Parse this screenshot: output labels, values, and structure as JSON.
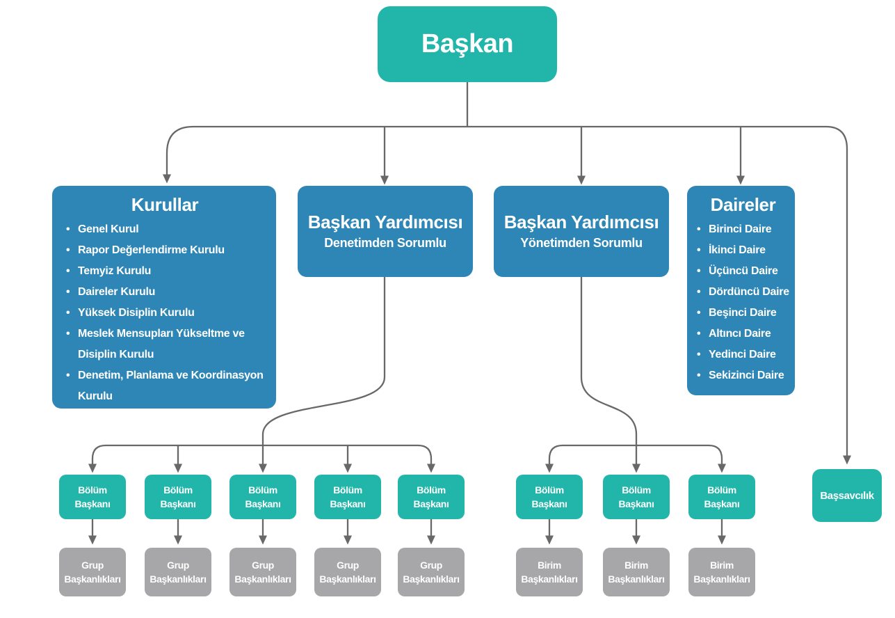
{
  "palette": {
    "teal": "#22b5aa",
    "blue": "#2d86b6",
    "gray": "#a7a6a8",
    "line": "#68686b"
  },
  "root": {
    "label": "Başkan"
  },
  "boards": {
    "title": "Kurullar",
    "items": [
      "Genel Kurul",
      "Rapor Değerlendirme Kurulu",
      "Temyiz Kurulu",
      "Daireler Kurulu",
      "Yüksek Disiplin Kurulu",
      "Meslek Mensupları Yükseltme ve Disiplin Kurulu",
      "Denetim, Planlama ve Koordinasyon Kurulu"
    ]
  },
  "vp_audit": {
    "title": "Başkan Yardımcısı",
    "subtitle": "Denetimden Sorumlu"
  },
  "vp_admin": {
    "title": "Başkan Yardımcısı",
    "subtitle": "Yönetimden Sorumlu"
  },
  "chambers": {
    "title": "Daireler",
    "items": [
      "Birinci Daire",
      "İkinci Daire",
      "Üçüncü Daire",
      "Dördüncü Daire",
      "Beşinci Daire",
      "Altıncı Daire",
      "Yedinci Daire",
      "Sekizinci Daire"
    ]
  },
  "prosecutor": {
    "label": "Başsavcılık"
  },
  "audit_branch": {
    "unit_label": "Bölüm Başkanı",
    "sub_label": "Grup Başkanlıkları",
    "column_count": 5
  },
  "admin_branch": {
    "unit_label": "Bölüm Başkanı",
    "sub_label": "Birim Başkanlıkları",
    "column_count": 3
  }
}
